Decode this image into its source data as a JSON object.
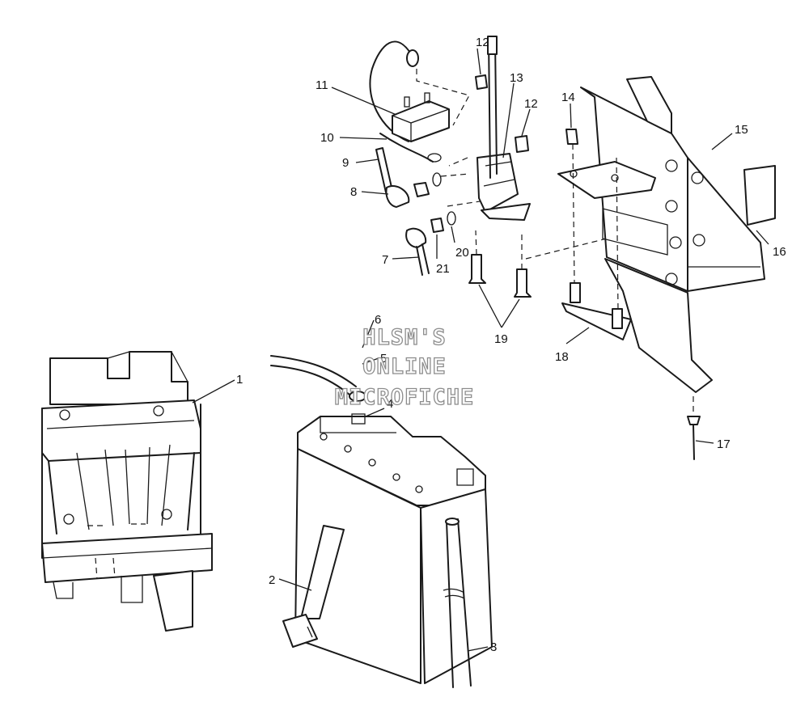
{
  "watermark": {
    "line1": "HLSM'S",
    "line2": "ONLINE",
    "line3": "MICROFICHE"
  },
  "callouts": [
    {
      "id": "c1",
      "label": "1"
    },
    {
      "id": "c2",
      "label": "2"
    },
    {
      "id": "c3",
      "label": "3"
    },
    {
      "id": "c4",
      "label": "4"
    },
    {
      "id": "c5",
      "label": "5"
    },
    {
      "id": "c6",
      "label": "6"
    },
    {
      "id": "c7",
      "label": "7"
    },
    {
      "id": "c8",
      "label": "8"
    },
    {
      "id": "c9",
      "label": "9"
    },
    {
      "id": "c10",
      "label": "10"
    },
    {
      "id": "c11",
      "label": "11"
    },
    {
      "id": "c12a",
      "label": "12"
    },
    {
      "id": "c12b",
      "label": "12"
    },
    {
      "id": "c13",
      "label": "13"
    },
    {
      "id": "c14",
      "label": "14"
    },
    {
      "id": "c15",
      "label": "15"
    },
    {
      "id": "c16",
      "label": "16"
    },
    {
      "id": "c17",
      "label": "17"
    },
    {
      "id": "c18",
      "label": "18"
    },
    {
      "id": "c19",
      "label": "19"
    },
    {
      "id": "c20",
      "label": "20"
    },
    {
      "id": "c21",
      "label": "21"
    }
  ]
}
